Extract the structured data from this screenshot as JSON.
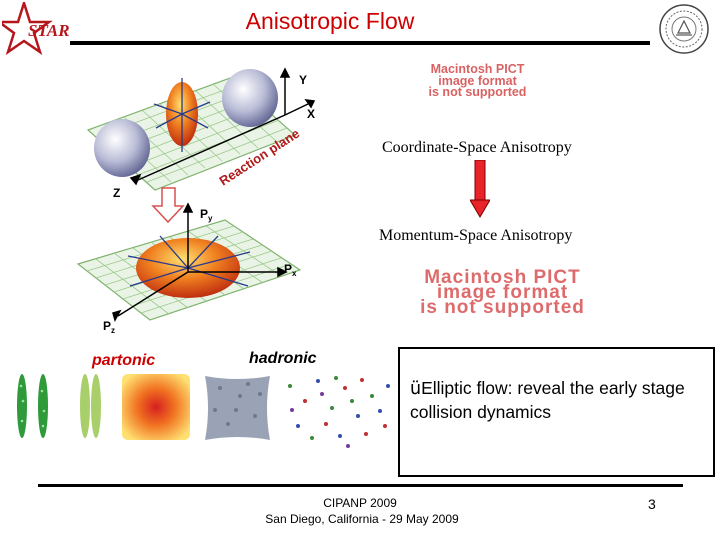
{
  "slide": {
    "title": "Anisotropic Flow",
    "logo_text": "STAR",
    "unsupported_image_1": "Macintosh PICT\nimage format\nis not supported",
    "unsupported_image_2": "Macintosh PICT\nimage format\nis not supported",
    "coordinate_label": "Coordinate-Space Anisotropy",
    "momentum_label": "Momentum-Space Anisotropy",
    "partonic_label": "partonic",
    "hadronic_label": "hadronic",
    "conclusion_check": "ü",
    "conclusion": "Elliptic flow: reveal the early stage collision dynamics",
    "footer_conference": "CIPANP 2009",
    "footer_location": "San Diego, California - 29 May 2009",
    "page_number": "3"
  },
  "diagram": {
    "axis_y": "Y",
    "axis_x": "X",
    "axis_z": "Z",
    "reaction_plane": "Reaction plane",
    "axis_py": "P",
    "axis_py_sub": "y",
    "axis_px": "P",
    "axis_px_sub": "x",
    "axis_pz": "P",
    "axis_pz_sub": "z"
  },
  "colors": {
    "title": "#cc0000",
    "arrow": "#e8242a",
    "partonic": "#cc0000",
    "star_logo": "#b5161c"
  }
}
